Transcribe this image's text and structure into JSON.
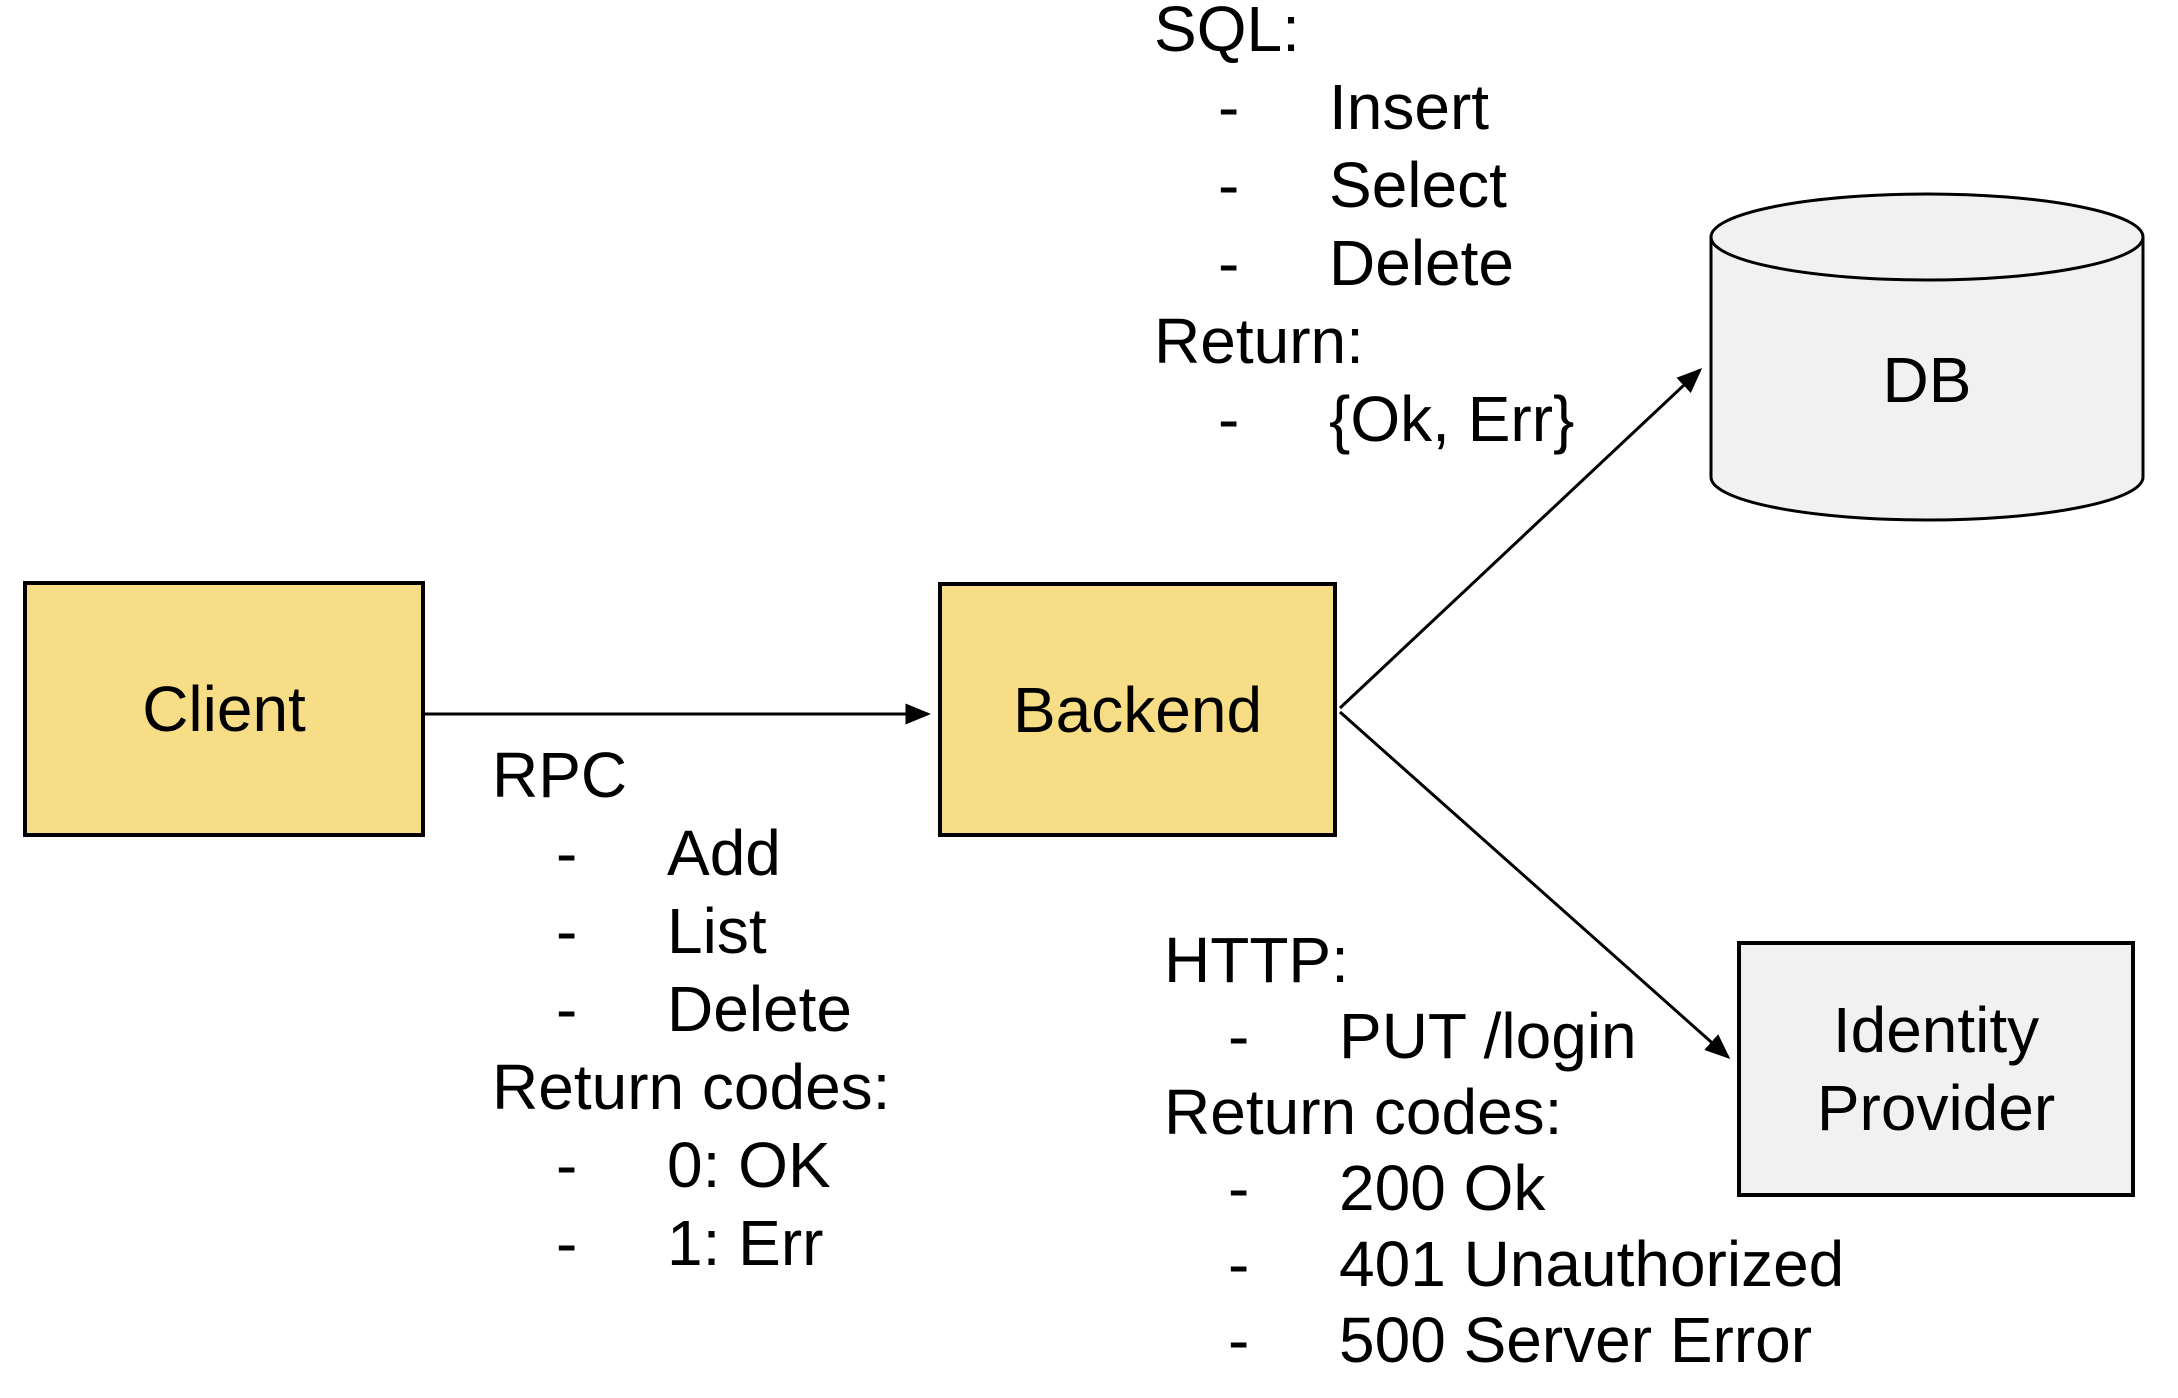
{
  "diagram": {
    "nodes": {
      "client": {
        "label": "Client",
        "shape": "rectangle",
        "fill": "#f7dd86"
      },
      "backend": {
        "label": "Backend",
        "shape": "rectangle",
        "fill": "#f7dd86"
      },
      "db": {
        "label": "DB",
        "shape": "cylinder",
        "fill": "#f1f1f1"
      },
      "identity_provider": {
        "label": "Identity Provider",
        "shape": "rectangle",
        "fill": "#f1f1f1"
      }
    },
    "edges": [
      {
        "from": "client",
        "to": "backend"
      },
      {
        "from": "backend",
        "to": "db"
      },
      {
        "from": "backend",
        "to": "identity_provider"
      }
    ]
  },
  "annotations": {
    "bullet_char": "-",
    "sql": {
      "title": "SQL:",
      "bullets": [
        "Insert",
        "Select",
        "Delete"
      ],
      "return_title": "Return:",
      "return_bullets": [
        "{Ok, Err}"
      ]
    },
    "rpc": {
      "title": "RPC",
      "bullets": [
        "Add",
        "List",
        "Delete"
      ],
      "return_title": "Return codes:",
      "return_bullets": [
        "0: OK",
        "1: Err"
      ]
    },
    "http": {
      "title": "HTTP:",
      "bullets": [
        "PUT /login"
      ],
      "return_title": "Return codes:",
      "return_bullets": [
        "200 Ok",
        "401 Unauthorized",
        "500 Server Error"
      ]
    }
  },
  "colors": {
    "node_yellow": "#f7dd86",
    "node_gray": "#f1f1f1",
    "stroke": "#000000",
    "text": "#000000",
    "background": "#ffffff"
  }
}
